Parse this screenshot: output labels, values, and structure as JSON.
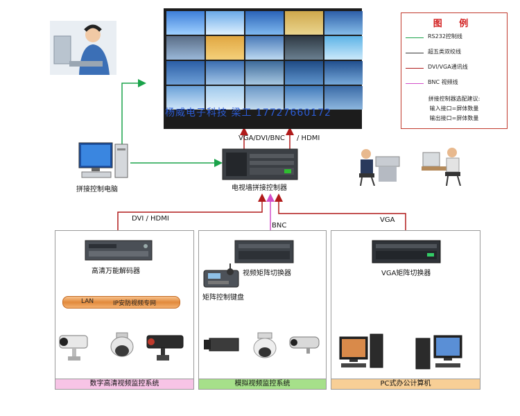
{
  "colors": {
    "rs232": "#1aa34a",
    "cat5": "#333333",
    "dvi_vga": "#b01a1a",
    "bnc": "#d24ec9",
    "digital_bar": "#f7c4e6",
    "analog_bar": "#a6e08a",
    "pc_bar": "#f8cf96",
    "legend_border": "#c0392b"
  },
  "legend": {
    "title": "图 例",
    "items": [
      {
        "label": "RS232控制线",
        "color": "#1aa34a"
      },
      {
        "label": "超五类双绞线",
        "color": "#333333"
      },
      {
        "label": "DVI/VGA通讯线",
        "color": "#b01a1a"
      },
      {
        "label": "BNC 视频线",
        "color": "#d24ec9"
      }
    ],
    "note_title": "拼接控制器选配建议:",
    "note_lines": [
      "输入接口=屏体数量",
      "输出接口=屏体数量"
    ]
  },
  "wall": {
    "overlay_text": "杨威电子科技   梁工 17727660172"
  },
  "labels": {
    "vga_dvi_bnc": "VGA/DVI/BNC",
    "hdmi_top": "/ HDMI",
    "splice_pc": "拼接控制电脑",
    "controller": "电视墙拼接控制器",
    "dvi_hdmi": "DVI / HDMI",
    "bnc": "BNC",
    "vga": "VGA",
    "hd_decoder": "高清万能解码器",
    "matrix_switcher": "视频矩阵切换器",
    "matrix_keyboard": "矩阵控制键盘",
    "vga_switcher": "VGA矩阵切换器",
    "lan": "LAN",
    "ip_network": "IP安防视频专网"
  },
  "sections": {
    "digital": "数字高清视频监控系统",
    "analog": "模拟视频监控系统",
    "pc": "PC式办公计算机"
  }
}
